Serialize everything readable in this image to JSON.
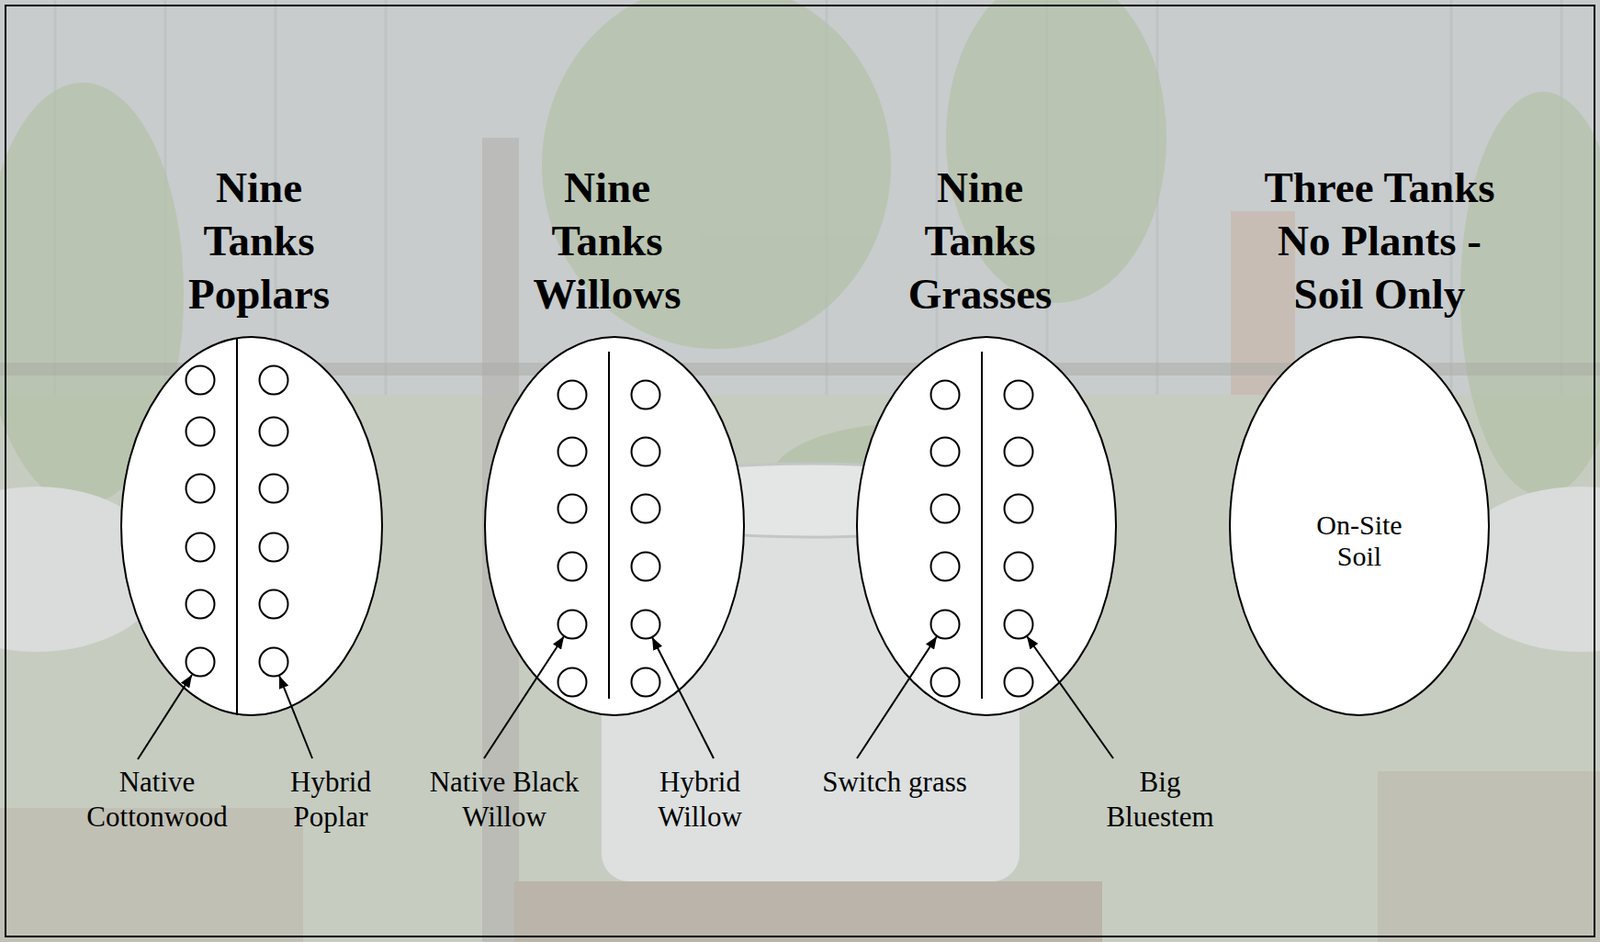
{
  "diagram": {
    "nodes": [
      {
        "text": [
          "Nine Tanks Poplars"
        ]
      },
      {
        "text": [
          "Nine Tanks Willows"
        ]
      },
      {
        "text": [
          "Nine Tanks Grasses"
        ]
      },
      {
        "text": [
          "Three Tanks No Plants - Soil Only",
          "On-Site Soil"
        ]
      }
    ],
    "labels": [
      "Native Cottonwood",
      "Hybrid Poplar",
      "Native Black Willow",
      "Hybrid Willow",
      "Switch grass",
      "Big Bluestem"
    ]
  }
}
